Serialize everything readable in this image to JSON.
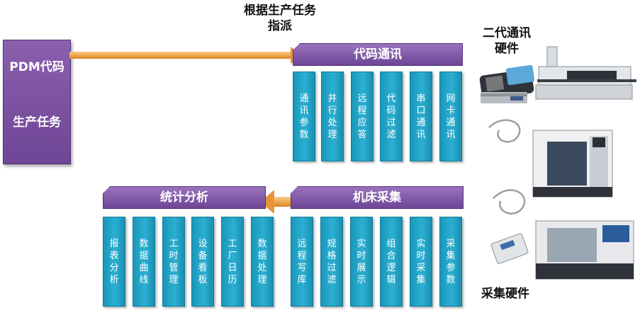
{
  "left": {
    "pdm_line1": "PDM代码",
    "pdm_line2": "生产任务"
  },
  "top_caption": "根据生产任务指派",
  "code_comm": {
    "title": "代码通讯",
    "items": [
      "通讯参数",
      "并行处理",
      "远程应答",
      "代码过滤",
      "串口通讯",
      "网卡通讯"
    ]
  },
  "machine_collect": {
    "title": "机床采集",
    "items": [
      "远程写库",
      "规格过滤",
      "实时展示",
      "组合逻辑",
      "实时采集",
      "采集参数"
    ]
  },
  "stats": {
    "title": "统计分析",
    "items": [
      "报表分析",
      "数据曲线",
      "工时管理",
      "设备看板",
      "工厂日历",
      "数据处理"
    ]
  },
  "hardware": {
    "second_gen_label": "二代通讯硬件",
    "collect_label": "采集硬件"
  },
  "colors": {
    "purple": "#7a4fa3",
    "teal": "#22a6c8",
    "arrow_orange": "#f0a850"
  }
}
